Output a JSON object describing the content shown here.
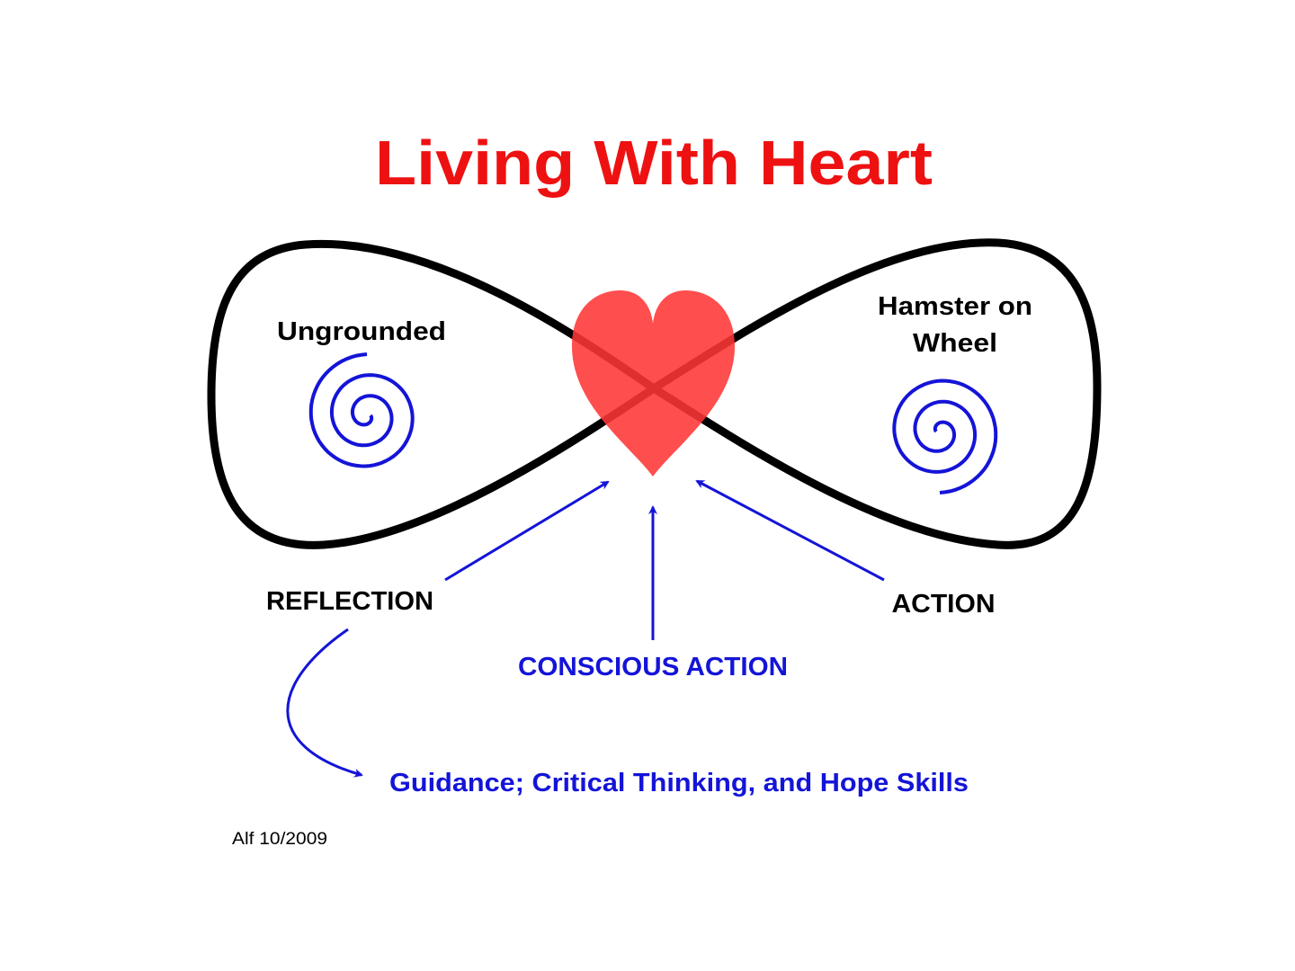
{
  "title": "Living With Heart",
  "labels": {
    "left_loop": "Ungrounded",
    "right_loop_line1": "Hamster on",
    "right_loop_line2": "Wheel",
    "reflection": "REFLECTION",
    "action": "ACTION",
    "conscious_action": "CONSCIOUS ACTION",
    "guidance": "Guidance; Critical Thinking, and Hope Skills",
    "signature": "Alf 10/2009"
  },
  "colors": {
    "title": "#ee1111",
    "heart": "#ff3535",
    "blue": "#1414d8",
    "loop": "#000000"
  }
}
